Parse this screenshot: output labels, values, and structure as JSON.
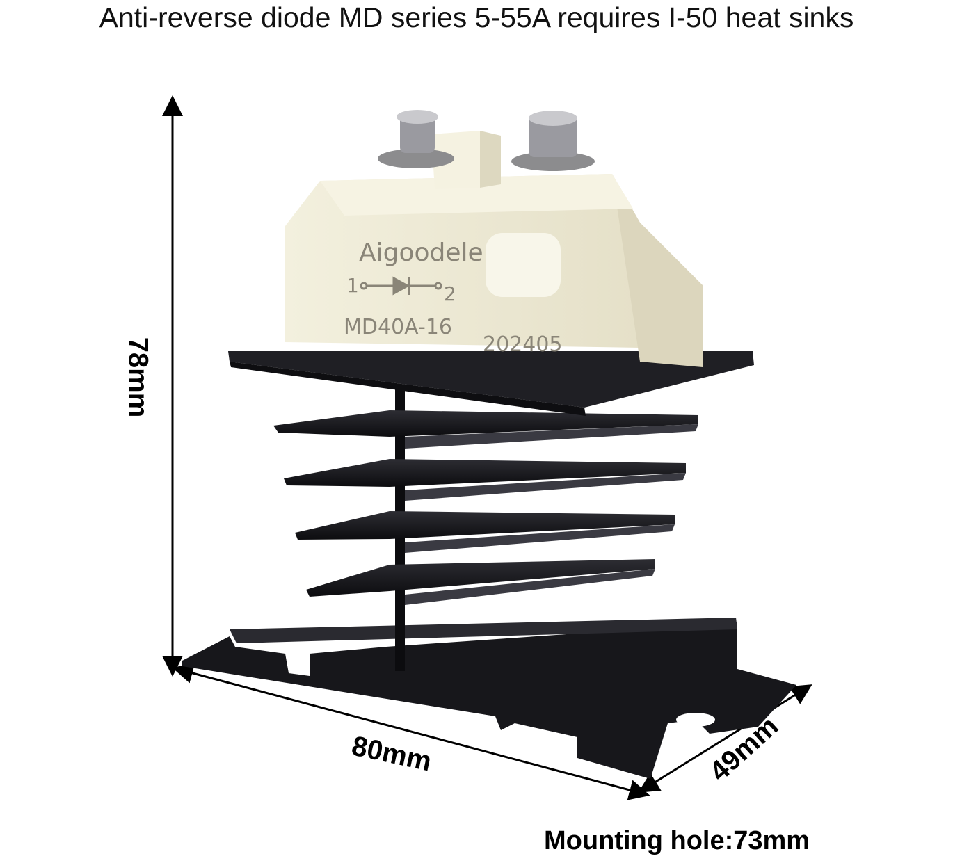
{
  "title": "Anti-reverse diode MD series 5-55A requires I-50 heat sinks",
  "dimensions": {
    "height": "78mm",
    "width": "80mm",
    "depth": "49mm"
  },
  "mounting_note": "Mounting hole:73mm",
  "module": {
    "brand": "Aigoodele",
    "pin_left": "1",
    "pin_right": "2",
    "model": "MD40A-16",
    "date_code": "202405"
  },
  "colors": {
    "module_body": "#eeead6",
    "heatsink": "#1b1b1f",
    "text": "#111111"
  }
}
